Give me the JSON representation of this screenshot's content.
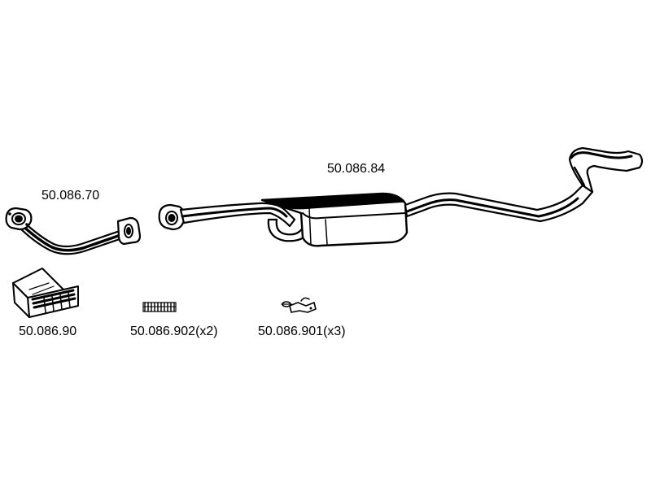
{
  "parts": {
    "front_pipe": {
      "part_number": "50.086.70"
    },
    "middle_silencer": {
      "part_number": "50.086.84"
    },
    "mounting_kit": {
      "part_number": "50.086.90"
    },
    "clamp": {
      "part_number": "50.086.902(x2)"
    },
    "hanger": {
      "part_number": "50.086.901(x3)"
    }
  },
  "colors": {
    "line": "#000000",
    "fill": "#ffffff",
    "shade": "#000000"
  }
}
